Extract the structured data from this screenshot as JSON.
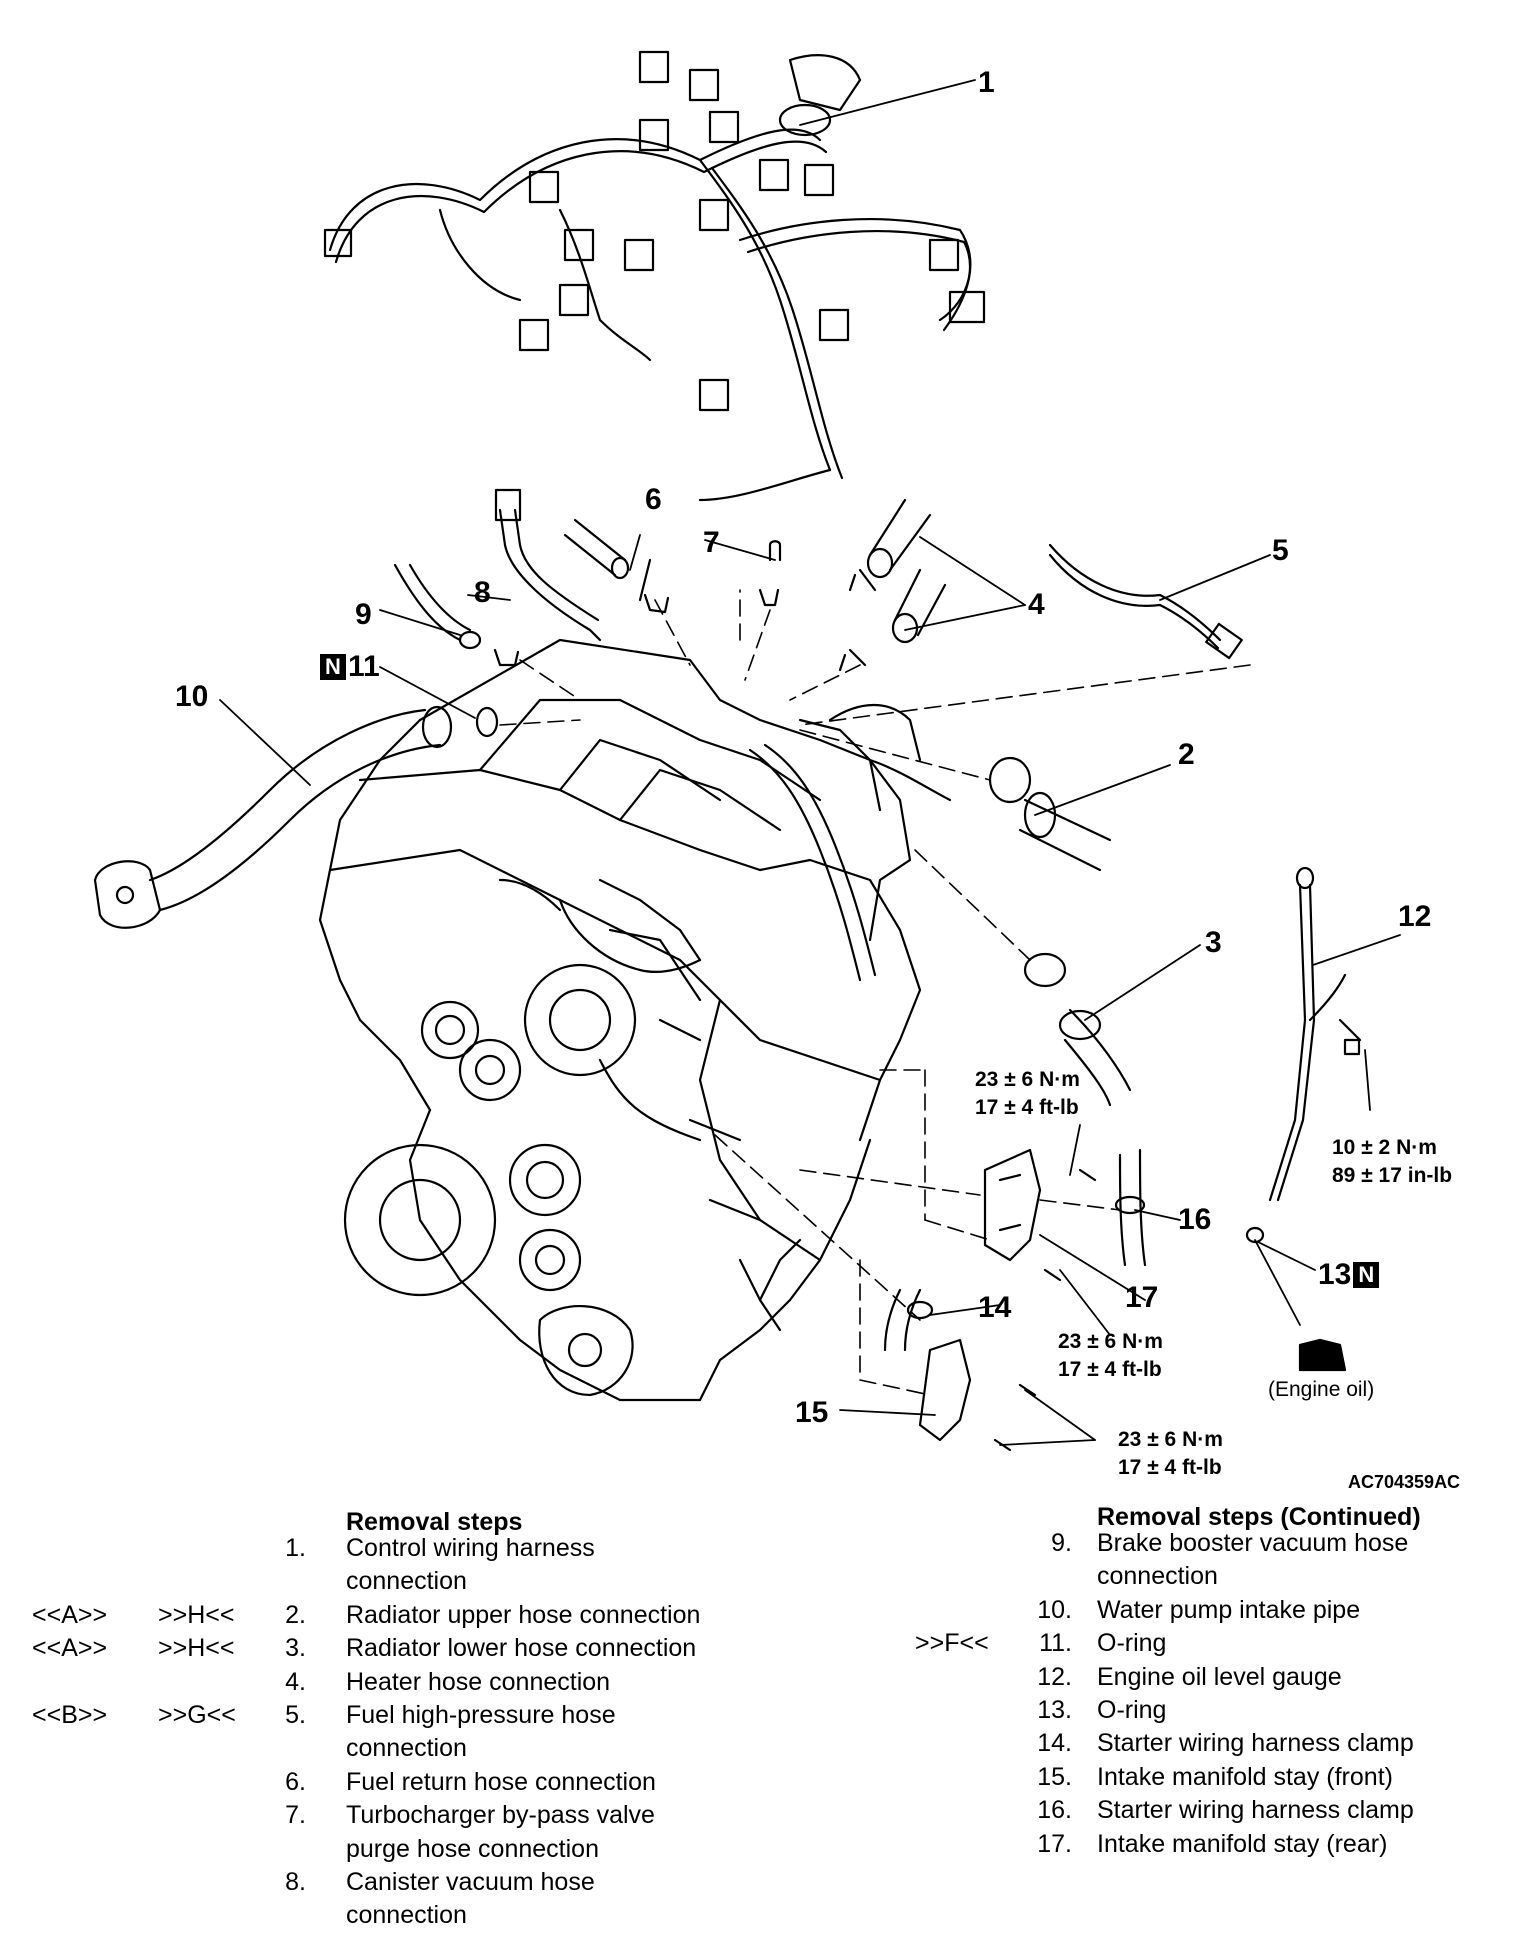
{
  "callouts": {
    "c1": "1",
    "c2": "2",
    "c3": "3",
    "c4": "4",
    "c5": "5",
    "c6": "6",
    "c7": "7",
    "c8": "8",
    "c9": "9",
    "c10": "10",
    "c11": "11",
    "c12": "12",
    "c13": "13",
    "c14": "14",
    "c15": "15",
    "c16": "16",
    "c17": "17"
  },
  "new_part_badge": "N",
  "torques": {
    "t17_upper": [
      "23 ± 6 N·m",
      "17 ± 4 ft-lb"
    ],
    "t12": [
      "10 ± 2 N·m",
      "89 ± 17 in-lb"
    ],
    "t17_lower": [
      "23 ± 6 N·m",
      "17 ± 4 ft-lb"
    ],
    "t15": [
      "23 ± 6 N·m",
      "17 ± 4 ft-lb"
    ]
  },
  "engine_oil_label": "(Engine oil)",
  "figure_code": "AC704359AC",
  "left_column": {
    "heading": "Removal steps",
    "steps": [
      {
        "num": "1.",
        "lines": [
          "Control wiring harness",
          "connection"
        ],
        "pre": "",
        "post": ""
      },
      {
        "num": "2.",
        "lines": [
          "Radiator upper hose connection"
        ],
        "pre": "<<A>>",
        "post": ">>H<<"
      },
      {
        "num": "3.",
        "lines": [
          "Radiator lower hose connection"
        ],
        "pre": "<<A>>",
        "post": ">>H<<"
      },
      {
        "num": "4.",
        "lines": [
          "Heater hose connection"
        ],
        "pre": "",
        "post": ""
      },
      {
        "num": "5.",
        "lines": [
          "Fuel high-pressure hose",
          "connection"
        ],
        "pre": "<<B>>",
        "post": ">>G<<"
      },
      {
        "num": "6.",
        "lines": [
          "Fuel return hose connection"
        ],
        "pre": "",
        "post": ""
      },
      {
        "num": "7.",
        "lines": [
          "Turbocharger by-pass valve",
          "purge hose connection"
        ],
        "pre": "",
        "post": ""
      },
      {
        "num": "8.",
        "lines": [
          "Canister vacuum hose",
          "connection"
        ],
        "pre": "",
        "post": ""
      }
    ]
  },
  "right_column": {
    "heading": "Removal steps (Continued)",
    "steps": [
      {
        "num": "9.",
        "lines": [
          "Brake booster vacuum hose",
          "connection"
        ],
        "post": ""
      },
      {
        "num": "10.",
        "lines": [
          "Water pump intake pipe"
        ],
        "post": ""
      },
      {
        "num": "11.",
        "lines": [
          "O-ring"
        ],
        "post": ">>F<<"
      },
      {
        "num": "12.",
        "lines": [
          "Engine oil level gauge"
        ],
        "post": ""
      },
      {
        "num": "13.",
        "lines": [
          "O-ring"
        ],
        "post": ""
      },
      {
        "num": "14.",
        "lines": [
          "Starter wiring harness clamp"
        ],
        "post": ""
      },
      {
        "num": "15.",
        "lines": [
          "Intake manifold stay (front)"
        ],
        "post": ""
      },
      {
        "num": "16.",
        "lines": [
          "Starter wiring harness clamp"
        ],
        "post": ""
      },
      {
        "num": "17.",
        "lines": [
          "Intake manifold stay (rear)"
        ],
        "post": ""
      }
    ]
  }
}
